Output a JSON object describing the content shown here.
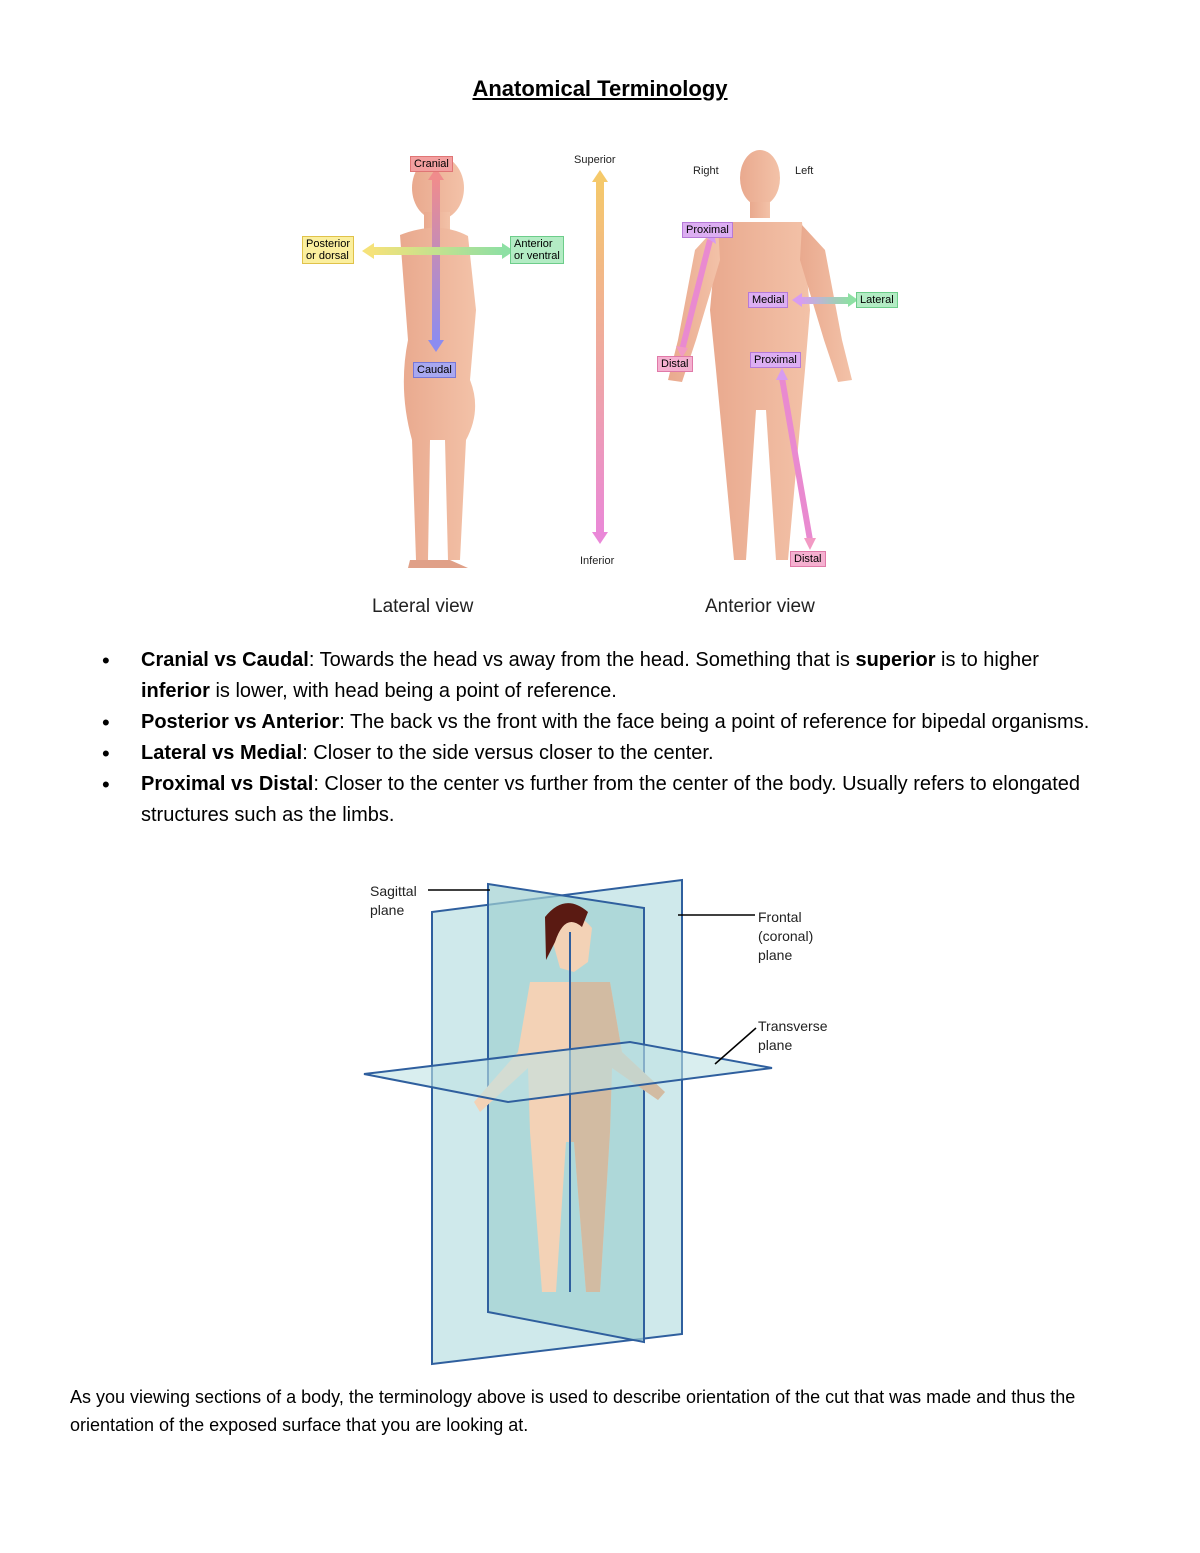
{
  "document": {
    "title": "Anatomical Terminology"
  },
  "figure1": {
    "lateral": {
      "labels": {
        "cranial": "Cranial",
        "caudal": "Caudal",
        "posterior_line1": "Posterior",
        "posterior_line2": "or dorsal",
        "anterior_line1": "Anterior",
        "anterior_line2": "or ventral"
      },
      "caption": "Lateral view"
    },
    "axis": {
      "superior": "Superior",
      "inferior": "Inferior"
    },
    "anterior": {
      "labels": {
        "right": "Right",
        "left": "Left",
        "proximal_arm": "Proximal",
        "distal_arm": "Distal",
        "medial": "Medial",
        "lateral": "Lateral",
        "proximal_leg": "Proximal",
        "distal_leg": "Distal"
      },
      "caption": "Anterior view"
    },
    "colors": {
      "cranial": "#f08c8c",
      "caudal": "#8c8cf0",
      "posterior": "#f5e27a",
      "anterior": "#8ee0a4",
      "proximal": "#d79cf0",
      "distal": "#f29ac4",
      "superior_arrow": "#f5c96a",
      "inferior_arrow": "#ea88d8"
    }
  },
  "terms": [
    {
      "term": "Cranial vs Caudal",
      "text_a": ": Towards the head vs away from the head.  Something that is ",
      "bold2": "superior",
      "text_b": " is to higher ",
      "bold3": "inferior",
      "text_c": " is lower, with head being a point of reference."
    },
    {
      "term": "Posterior vs Anterior",
      "text_a": ": The back vs the front with the face being a point of reference for bipedal organisms."
    },
    {
      "term": "Lateral vs Medial",
      "text_a": ": Closer to the side versus closer to the center."
    },
    {
      "term": "Proximal vs Distal",
      "text_a": ": Closer to the center vs further from the center of the body.  Usually refers to elongated structures such as the limbs."
    }
  ],
  "figure2": {
    "labels": {
      "sagittal_line1": "Sagittal",
      "sagittal_line2": "plane",
      "frontal_line1": "Frontal",
      "frontal_line2": "(coronal)",
      "frontal_line3": "plane",
      "transverse_line1": "Transverse",
      "transverse_line2": "plane"
    },
    "colors": {
      "plane_fill": "#bfe2e4",
      "plane_stroke": "#2f5f9e",
      "skin": "#f3d2b6",
      "hair": "#5a1a12"
    }
  },
  "footer": {
    "text": "As you viewing sections of a body, the terminology above is used to describe orientation of the cut that was made and thus the orientation of the exposed surface that you are looking at."
  }
}
